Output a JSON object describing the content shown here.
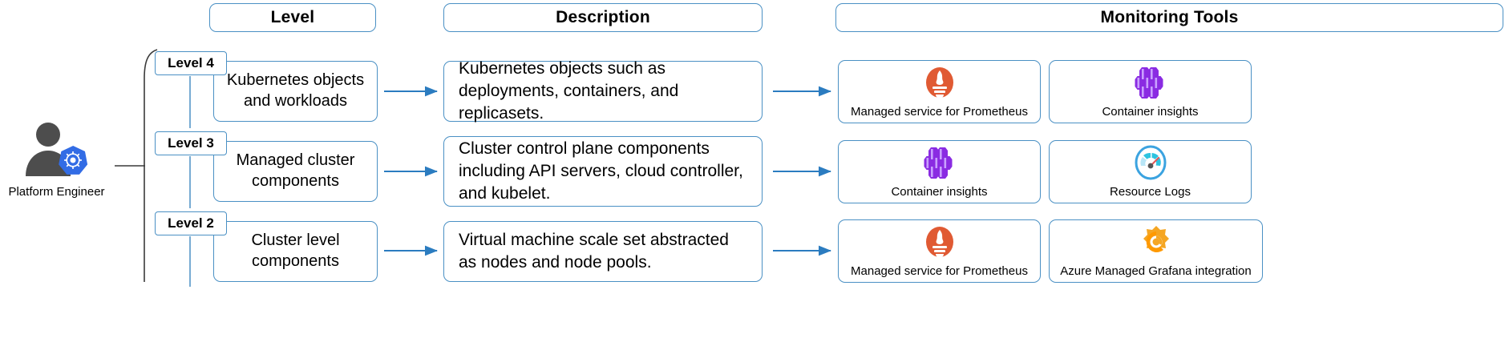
{
  "diagram": {
    "title_columns": [
      {
        "id": "level",
        "label": "Level"
      },
      {
        "id": "description",
        "label": "Description"
      },
      {
        "id": "monitoring",
        "label": "Monitoring Tools"
      }
    ],
    "persona": {
      "label": "Platform Engineer",
      "icon": "person-with-kubernetes-icon"
    },
    "colors": {
      "border": "#4a90c4",
      "arrow": "#2b7cc0",
      "prometheus": "#e05a33",
      "container_insights": "#8a2be2",
      "resource_logs": "#3ba3e0",
      "grafana": "#f5a623",
      "kubernetes": "#326ce5",
      "persona": "#4d4d4d"
    },
    "rows": [
      {
        "tag": "Level 4",
        "level": "Kubernetes objects and workloads",
        "description": "Kubernetes objects such as deployments, containers, and replicasets.",
        "tools": [
          {
            "label": "Managed service for Prometheus",
            "icon": "prometheus-icon"
          },
          {
            "label": "Container insights",
            "icon": "container-insights-icon"
          }
        ]
      },
      {
        "tag": "Level 3",
        "level": "Managed cluster components",
        "description": "Cluster control plane components including API servers, cloud controller, and kubelet.",
        "tools": [
          {
            "label": "Container insights",
            "icon": "container-insights-icon"
          },
          {
            "label": "Resource Logs",
            "icon": "resource-logs-gauge-icon"
          }
        ]
      },
      {
        "tag": "Level 2",
        "level": "Cluster level components",
        "description": "Virtual machine scale set abstracted as nodes and node pools.",
        "tools": [
          {
            "label": "Managed service for Prometheus",
            "icon": "prometheus-icon"
          },
          {
            "label": "Azure Managed Grafana integration",
            "icon": "grafana-icon"
          }
        ]
      }
    ]
  }
}
